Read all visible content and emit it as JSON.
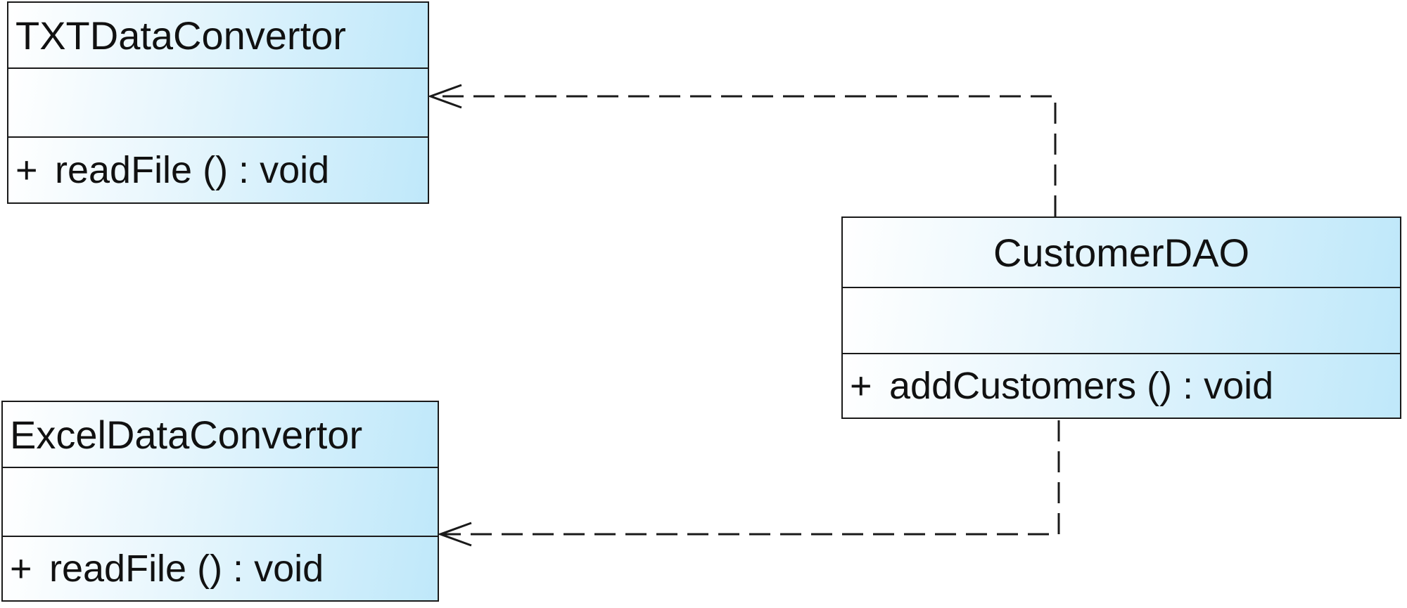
{
  "diagram": {
    "classes": {
      "txt": {
        "name": "TXTDataConvertor",
        "operations": [
          {
            "visibility": "+",
            "signature": "readFile () : void"
          }
        ]
      },
      "customer": {
        "name": "CustomerDAO",
        "operations": [
          {
            "visibility": "+",
            "signature": "addCustomers () : void"
          }
        ]
      },
      "excel": {
        "name": "ExcelDataConvertor",
        "operations": [
          {
            "visibility": "+",
            "signature": "readFile () : void"
          }
        ]
      }
    },
    "relationships": [
      {
        "type": "dependency",
        "from": "CustomerDAO",
        "to": "TXTDataConvertor"
      },
      {
        "type": "dependency",
        "from": "CustomerDAO",
        "to": "ExcelDataConvertor"
      }
    ],
    "colors": {
      "border": "#1a1a1a",
      "fill_light": "#ffffff",
      "fill_dark": "#bfe8fa",
      "connector": "#1a1a1a"
    }
  }
}
